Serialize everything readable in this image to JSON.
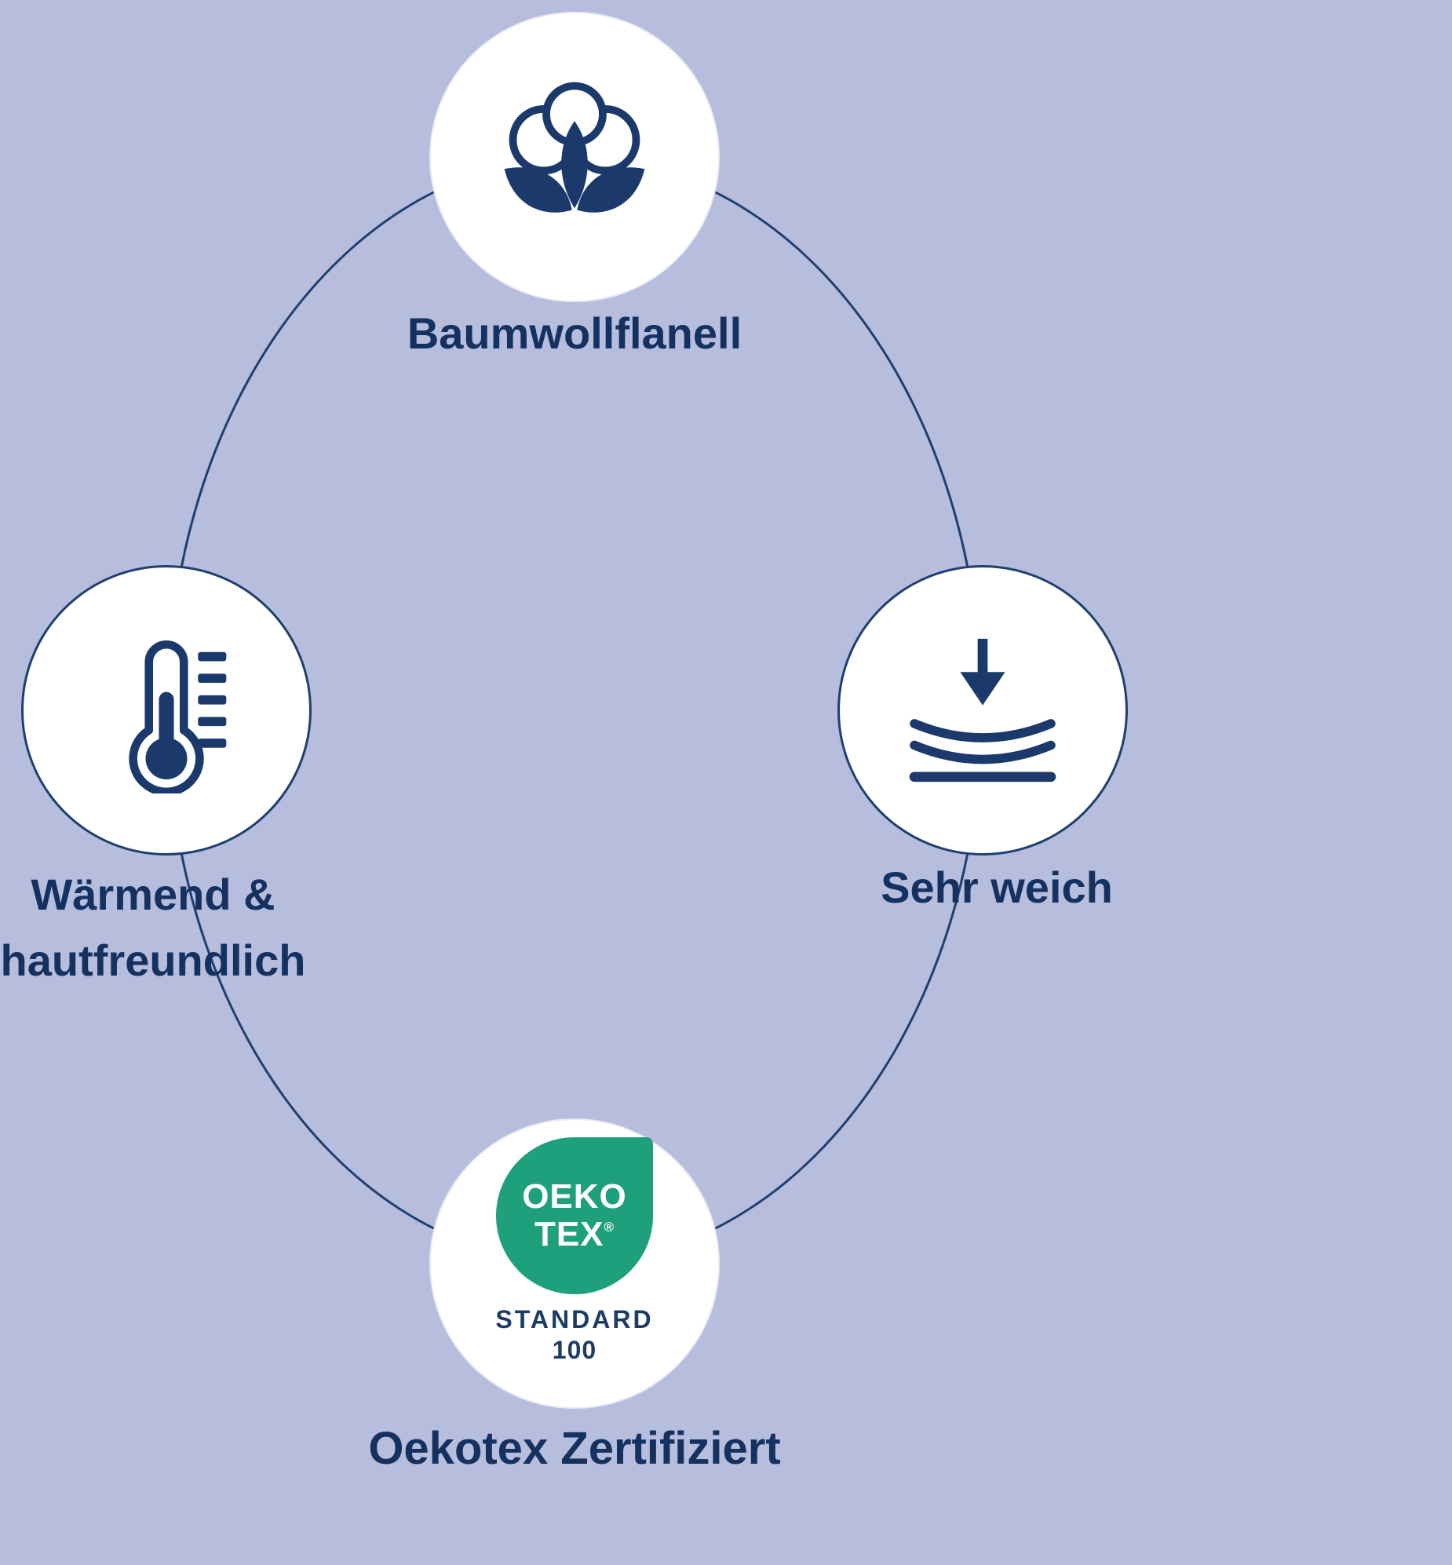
{
  "colors": {
    "background": "#b7bddd",
    "navy_icon": "#1b3a6b",
    "navy_text": "#14315f",
    "ring": "#1e3f70",
    "oeko_green": "#1fa07c",
    "circle_fill": "#ffffff"
  },
  "nodes": {
    "top": {
      "icon": "cotton-flower",
      "label": "Baumwollflanell"
    },
    "right": {
      "icon": "softness-press-arrow",
      "label": "Sehr weich"
    },
    "left": {
      "icon": "thermometer",
      "label_lines": [
        "Wärmend &",
        "hautfreundlich"
      ]
    },
    "bottom": {
      "icon": "oekotex-logo",
      "label": "Oekotex Zertifiziert",
      "badge": {
        "line1": "OEKO",
        "line2": "TEX",
        "registered": "®",
        "standard": "STANDARD",
        "number": "100"
      }
    }
  }
}
